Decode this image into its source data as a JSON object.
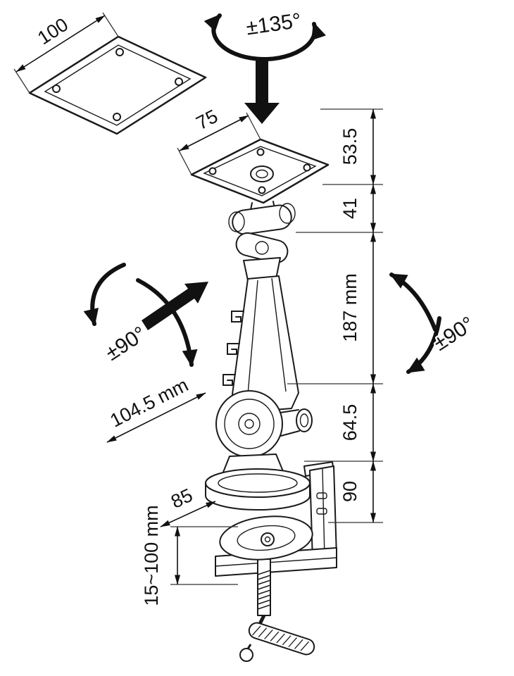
{
  "labels": {
    "vesa_width": "100",
    "plate_width": "75",
    "swivel": "±135°",
    "tilt_left": "±90°",
    "tilt_right": "±90°",
    "arm_length": "104.5 mm",
    "clamp_depth": "85",
    "clamp_range": "15~100 mm"
  },
  "dims": [
    {
      "label": "53.5"
    },
    {
      "label": "41"
    },
    {
      "label": "187 mm"
    },
    {
      "label": "64.5"
    },
    {
      "label": "90"
    }
  ],
  "colors": {
    "line": "#1a1a1a",
    "text": "#111111",
    "background": "#ffffff"
  }
}
